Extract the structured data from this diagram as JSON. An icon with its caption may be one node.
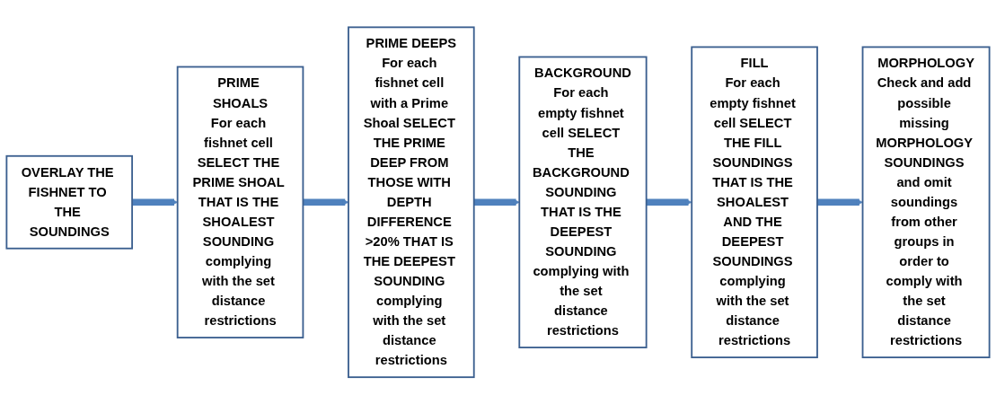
{
  "diagram": {
    "nodes": [
      {
        "text": [
          "OVERLAY THE FISHNET TO THE SOUNDINGS"
        ]
      },
      {
        "text": [
          "PRIME SHOALS",
          "For each fishnet cell SELECT THE PRIME SHOAL THAT IS THE SHOALEST SOUNDING complying with the set distance restrictions"
        ]
      },
      {
        "text": [
          "PRIME DEEPS",
          "For each fishnet cell with a Prime Shoal SELECT THE PRIME DEEP FROM THOSE WITH DEPTH DIFFERENCE >20% THAT IS THE DEEPEST SOUNDING complying with the set distance restrictions"
        ]
      },
      {
        "text": [
          "BACKGROUND",
          "For each empty fishnet cell SELECT THE BACKGROUND SOUNDING THAT IS THE DEEPEST SOUNDING complying with the set distance restrictions"
        ]
      },
      {
        "text": [
          "FILL",
          "For each empty fishnet cell SELECT THE FILL SOUNDINGS THAT IS THE SHOALEST AND THE DEEPEST SOUNDINGS complying with the set distance restrictions"
        ]
      },
      {
        "text": [
          "MORPHOLOGY",
          "Check and add possible missing MORPHOLOGY SOUNDINGS and omit soundings from other groups in order to comply with the set distance restrictions"
        ]
      }
    ],
    "edges": [
      {
        "from": 0,
        "to": 1,
        "arrow": "to"
      },
      {
        "from": 1,
        "to": 2,
        "arrow": "to"
      },
      {
        "from": 2,
        "to": 3,
        "arrow": "to"
      },
      {
        "from": 3,
        "to": 4,
        "arrow": "to"
      },
      {
        "from": 4,
        "to": 5,
        "arrow": "to"
      }
    ]
  }
}
